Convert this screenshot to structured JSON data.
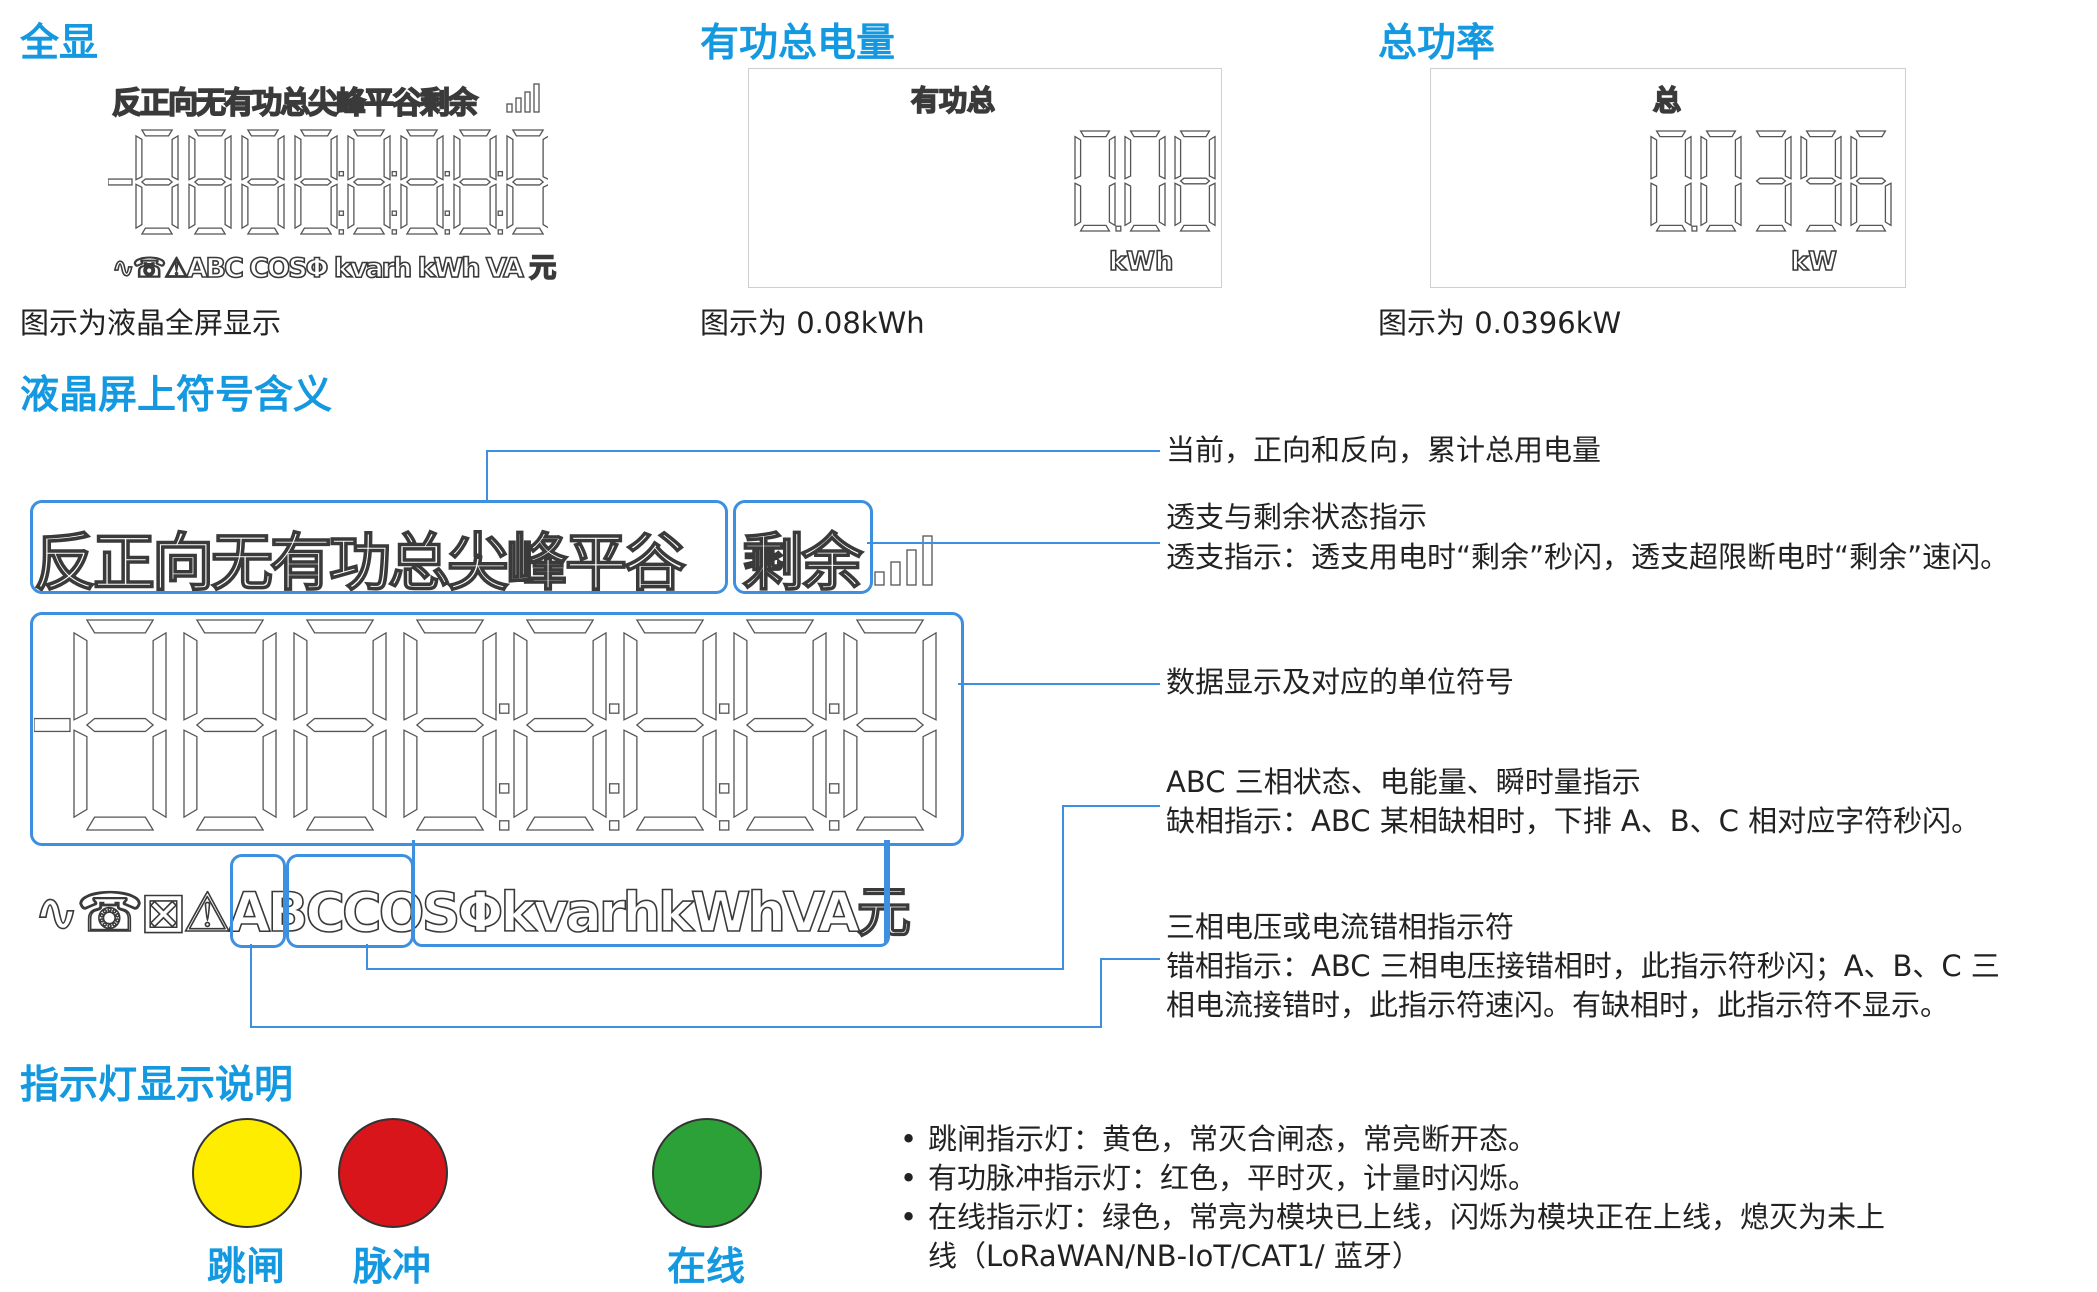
{
  "sections": {
    "full_display": "全显",
    "active_energy": "有功总电量",
    "total_power": "总功率",
    "symbols": "液晶屏上符号含义",
    "indicators": "指示灯显示说明"
  },
  "panel1": {
    "top_text": "反正向无有功总尖峰平谷剩余",
    "bottom_text": "ABC COSΦ kvarh kWh VA 元",
    "caption": "图示为液晶全屏显示"
  },
  "panel2": {
    "label": "有功总",
    "value": "0.08",
    "unit": "kWh",
    "caption": "图示为 0.08kWh"
  },
  "panel3": {
    "label": "总",
    "value": "0.0396",
    "unit": "kW",
    "caption": "图示为 0.0396kW"
  },
  "big_lcd": {
    "top_text": "反正向无有功总尖峰平谷",
    "top_text2": "剩余",
    "abc": "ABC",
    "rest": "COSΦkvarhkWhVA元"
  },
  "notes": {
    "n1": "当前，正向和反向，累计总用电量",
    "n2a": "透支与剩余状态指示",
    "n2b": "透支指示：透支用电时“剩余”秒闪，透支超限断电时“剩余”速闪。",
    "n3": "数据显示及对应的单位符号",
    "n4a": "ABC 三相状态、电能量、瞬时量指示",
    "n4b": "缺相指示：ABC 某相缺相时，下排 A、B、C 相对应字符秒闪。",
    "n5a": "三相电压或电流错相指示符",
    "n5b": "错相指示：ABC 三相电压接错相时，此指示符秒闪；A、B、C 三",
    "n5c": "相电流接错时，此指示符速闪。有缺相时，此指示符不显示。"
  },
  "lights": [
    {
      "label": "跳闸",
      "color": "#ffed00"
    },
    {
      "label": "脉冲",
      "color": "#d7151a"
    },
    {
      "label": "在线",
      "color": "#2ba137"
    }
  ],
  "bullets": {
    "b1": "跳闸指示灯：黄色，常灭合闸态，常亮断开态。",
    "b2": "有功脉冲指示灯：红色，平时灭，计量时闪烁。",
    "b3": "在线指示灯：绿色，常亮为模块已上线，闪烁为模块正在上线，熄灭为未上",
    "b3b": "线（LoRaWAN/NB-IoT/CAT1/ 蓝牙）"
  }
}
